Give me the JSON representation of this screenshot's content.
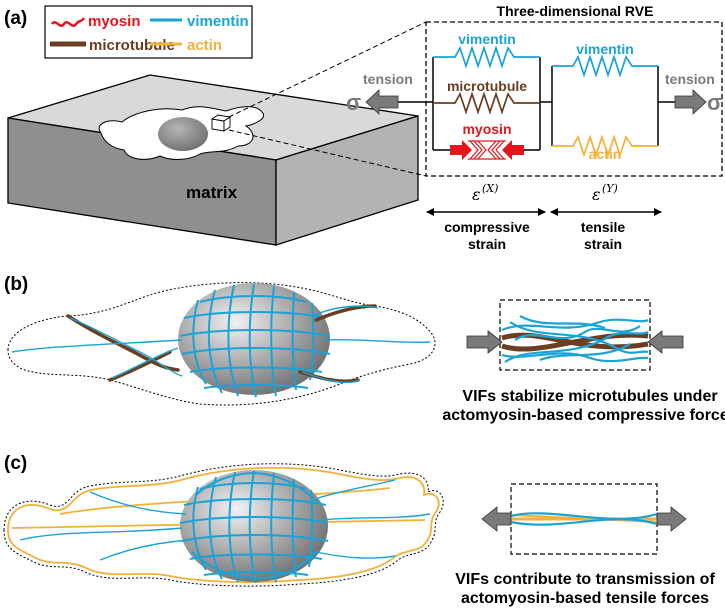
{
  "panels": {
    "a": "(a)",
    "b": "(b)",
    "c": "(c)"
  },
  "legend": {
    "myosin": "myosin",
    "vimentin": "vimentin",
    "microtubule": "microtubule",
    "actin": "actin"
  },
  "matrix_label": "matrix",
  "rve": {
    "title": "Three-dimensional RVE",
    "vimentin_x": "vimentin",
    "microtubule": "microtubule",
    "myosin": "myosin",
    "vimentin_y": "vimentin",
    "actin": "actin",
    "tension_left": "tension",
    "tension_right": "tension",
    "sigma_left": "σ",
    "sigma_right": "σ",
    "eps_x": "ε",
    "eps_x_sup": "(X)",
    "eps_y": "ε",
    "eps_y_sup": "(Y)",
    "compressive_1": "compressive",
    "compressive_2": "strain",
    "tensile_1": "tensile",
    "tensile_2": "strain"
  },
  "panel_b": {
    "caption_1": "VIFs stabilize microtubules under",
    "caption_2": "actomyosin-based compressive forces"
  },
  "panel_c": {
    "caption_1": "VIFs contribute to transmission of",
    "caption_2": "actomyosin-based tensile forces"
  },
  "colors": {
    "myosin": "#e8141b",
    "vimentin": "#1aa3d6",
    "microtubule": "#6b3e22",
    "actin": "#f2b13a",
    "arrow_gray": "#7a7a7a",
    "box_top": "#d9d9d9",
    "box_front": "#8f8f8f",
    "box_side": "#b3b3b3"
  }
}
